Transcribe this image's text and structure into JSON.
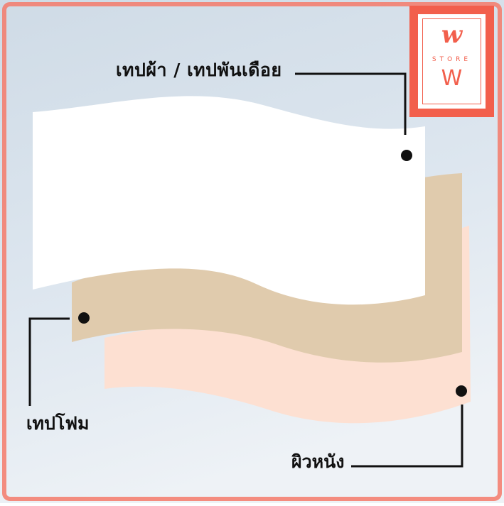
{
  "labels": {
    "cloth_tape": "เทปผ้า / เทปพันเดือย",
    "foam_tape": "เทปโฟม",
    "skin": "ผิวหนัง"
  },
  "logo": {
    "mark_top": "w",
    "store_text": "STORE",
    "mark_bottom": "W"
  },
  "colors": {
    "frame_border": "#f47a6a",
    "logo_red": "#f25f4c",
    "cloth_layer": "#ffffff",
    "foam_layer": "#e0cbad",
    "skin_layer": "#fde0d2",
    "leader_line": "#111111"
  }
}
